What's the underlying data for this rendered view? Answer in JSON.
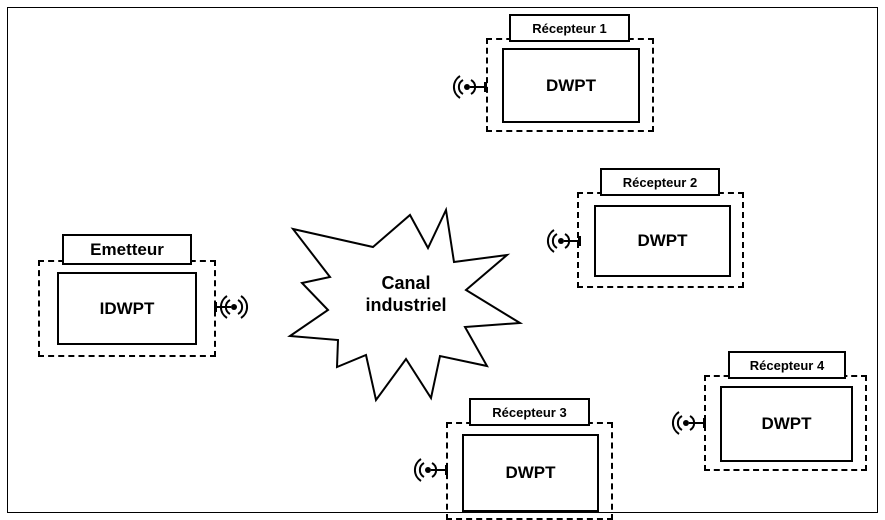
{
  "emitter": {
    "label": "Emetteur",
    "device": "IDWPT"
  },
  "channel": {
    "line1": "Canal",
    "line2": "industriel"
  },
  "receivers": [
    {
      "label": "Récepteur 1",
      "device": "DWPT"
    },
    {
      "label": "Récepteur 2",
      "device": "DWPT"
    },
    {
      "label": "Récepteur 3",
      "device": "DWPT"
    },
    {
      "label": "Récepteur 4",
      "device": "DWPT"
    }
  ],
  "icons": {
    "antenna": "wireless-antenna-icon",
    "channel": "star-burst-shape"
  }
}
